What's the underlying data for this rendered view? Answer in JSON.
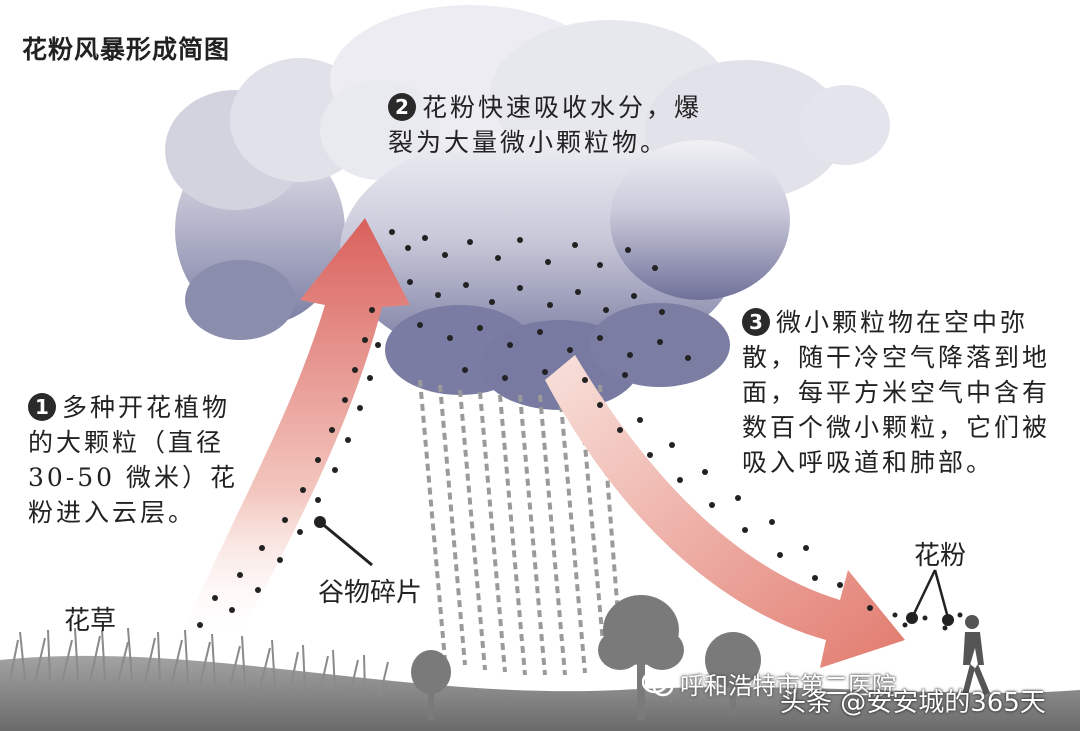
{
  "title": "花粉风暴形成简图",
  "steps": [
    {
      "number": "1",
      "lines": [
        "多种开花植物",
        "的大颗粒（直径",
        "30-50 微米）花",
        "粉进入云层。"
      ]
    },
    {
      "number": "2",
      "lines": [
        "花粉快速吸收水分，爆",
        "裂为大量微小颗粒物。"
      ]
    },
    {
      "number": "3",
      "lines": [
        "微小颗粒物在空中弥",
        "散，随干冷空气降落到地",
        "面，每平方米空气中含有",
        "数百个微小颗粒，它们被",
        "吸入呼吸道和肺部。"
      ]
    }
  ],
  "labels": {
    "grain_fragments": "谷物碎片",
    "grass": "花草",
    "pollen": "花粉"
  },
  "watermark": {
    "source": "呼和浩特市第二医院",
    "author": "头条 @安安城的365天"
  },
  "colors": {
    "cloud_dark": "#6f7199",
    "cloud_light": "#eeeef3",
    "arrow_dark": "#d9605c",
    "arrow_light": "#f6dcd6",
    "rain": "#9a9a9a",
    "tree": "#7a7a7a",
    "ground": "#8c8c8c"
  }
}
